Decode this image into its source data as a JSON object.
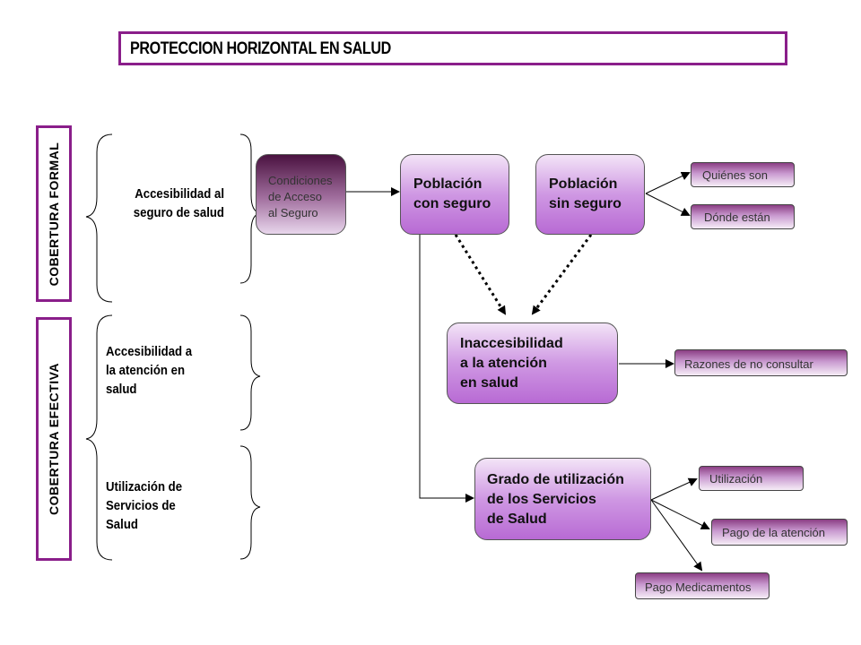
{
  "title": "PROTECCION HORIZONTAL EN SALUD",
  "side_labels": {
    "formal": "COBERTURA FORMAL",
    "efectiva": "COBERTURA EFECTIVA"
  },
  "categories": {
    "seguro": [
      "Accesibilidad al",
      "seguro de salud"
    ],
    "atencion": [
      "Accesibilidad  a",
      "la  atención  en",
      "salud"
    ],
    "utilizacion": [
      "Utilización de",
      "Servicios de",
      "Salud"
    ]
  },
  "nodes": {
    "condiciones": [
      "Condiciones",
      "de Acceso",
      "al Seguro"
    ],
    "con_seguro": [
      "Población",
      "con seguro"
    ],
    "sin_seguro": [
      "Población",
      "sin seguro"
    ],
    "inaccesibilidad": [
      "Inaccesibilidad",
      "a la atención",
      "en salud"
    ],
    "grado": [
      "Grado de utilización",
      "de los Servicios",
      "de Salud"
    ]
  },
  "leaves": {
    "quienes": "Quiénes son",
    "donde": "Dónde están",
    "razones": "Razones de no consultar",
    "utilizacion": "Utilización",
    "pago_atencion": "Pago de la atención",
    "pago_medicamentos": "Pago Medicamentos"
  },
  "colors": {
    "accent": "#8a1e8a",
    "node": "#cf98e3"
  }
}
